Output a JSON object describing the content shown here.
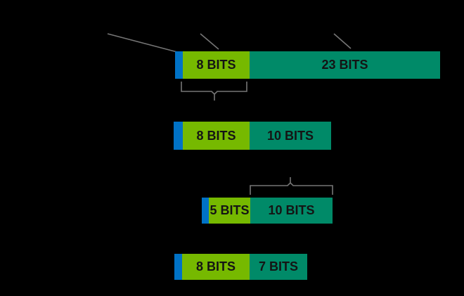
{
  "colors": {
    "background": "#000000",
    "sign_bit": "#0072C6",
    "exponent_segment": "#76B900",
    "mantissa_segment": "#008A68",
    "annotation_line": "#757575",
    "segment_text": "#141414"
  },
  "rows": [
    {
      "exponent_label": "8 BITS",
      "mantissa_label": "23 BITS"
    },
    {
      "exponent_label": "8 BITS",
      "mantissa_label": "10 BITS"
    },
    {
      "exponent_label": "5 BITS",
      "mantissa_label": "10 BITS"
    },
    {
      "exponent_label": "8 BITS",
      "mantissa_label": "7 BITS"
    }
  ]
}
